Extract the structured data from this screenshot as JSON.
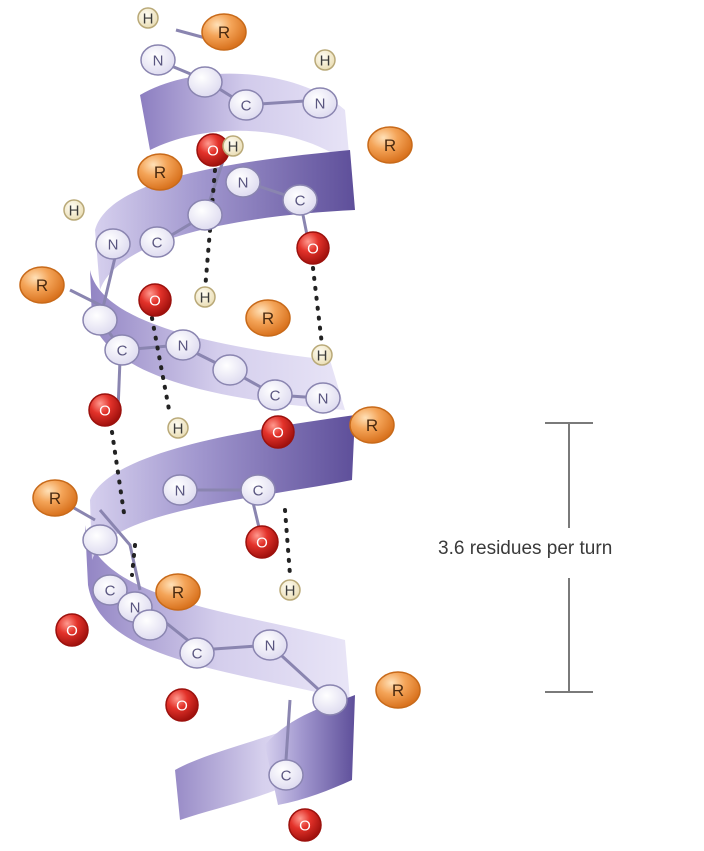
{
  "diagram": {
    "atoms": {
      "r": "R",
      "n": "N",
      "c": "C",
      "o": "O",
      "h": "H"
    },
    "pitch_label": "3.6 residues per turn",
    "colors": {
      "ribbon_front": "#7d6fb3",
      "ribbon_back": "#c9c2e6",
      "r_group": "#f29a45",
      "oxygen": "#e02a22",
      "backbone_atom": "#e8e6f4",
      "hydrogen": "#f6f0dc",
      "hydrogen_bond": "#222222",
      "bracket": "#7a7a7a"
    }
  }
}
